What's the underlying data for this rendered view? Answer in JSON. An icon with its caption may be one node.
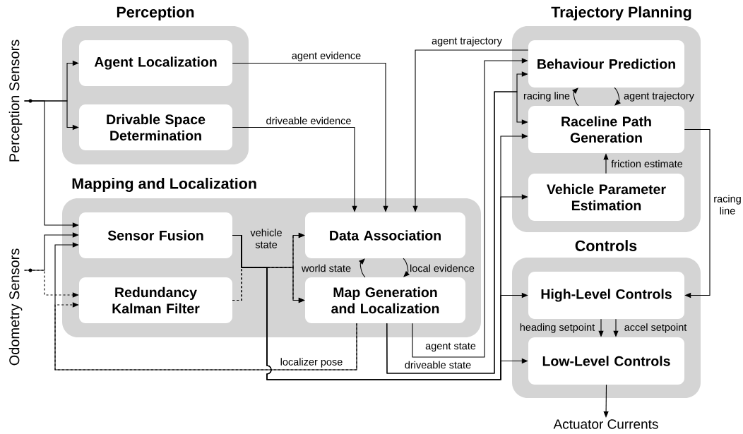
{
  "diagram": {
    "nodes": [
      {
        "text": [
          "Perception"
        ]
      },
      {
        "text": [
          "Agent Localization"
        ],
        "in": 0
      },
      {
        "text": [
          "Drivable Space Determination"
        ],
        "in": 0
      },
      {
        "text": [
          "Mapping and Localization"
        ]
      },
      {
        "text": [
          "Sensor Fusion"
        ],
        "in": 3
      },
      {
        "text": [
          "Redundancy Kalman Filter"
        ],
        "in": 3
      },
      {
        "text": [
          "Data Association"
        ],
        "in": 3
      },
      {
        "text": [
          "Map Generation and Localization"
        ],
        "in": 3
      },
      {
        "text": [
          "Trajectory Planning"
        ]
      },
      {
        "text": [
          "Behaviour Prediction"
        ],
        "in": 8
      },
      {
        "text": [
          "Raceline Path Generation"
        ],
        "in": 8
      },
      {
        "text": [
          "Vehicle Parameter Estimation"
        ],
        "in": 8
      },
      {
        "text": [
          "Controls"
        ]
      },
      {
        "text": [
          "High-Level Controls"
        ],
        "in": 12
      },
      {
        "text": [
          "Low-Level Controls"
        ],
        "in": 12
      },
      {
        "text": [
          "Perception Sensors"
        ]
      },
      {
        "text": [
          "Odometry Sensors"
        ]
      },
      {
        "text": [
          "Actuator Currents"
        ]
      }
    ],
    "edges": [
      {
        "from": 15,
        "to": 1,
        "arrow": "to"
      },
      {
        "from": 15,
        "to": 2,
        "arrow": "to"
      },
      {
        "from": 15,
        "to": 4,
        "arrow": "to"
      },
      {
        "from": 16,
        "to": 4,
        "arrow": "to"
      },
      {
        "from": 16,
        "to": 5,
        "arrow": "to",
        "style": "dashed"
      },
      {
        "from": 7,
        "to": 4,
        "arrow": "to",
        "label": "localizer pose"
      },
      {
        "from": 7,
        "to": 5,
        "arrow": "to",
        "style": "dashed"
      },
      {
        "from": 4,
        "to": 6,
        "arrow": "to",
        "label": "vehicle state"
      },
      {
        "from": 4,
        "to": 7,
        "arrow": "to"
      },
      {
        "from": 5,
        "to": 6,
        "arrow": "to",
        "style": "dashed"
      },
      {
        "from": 5,
        "to": 7,
        "arrow": "to",
        "style": "dashed"
      },
      {
        "from": 4,
        "to": 10,
        "arrow": "to"
      },
      {
        "from": 4,
        "to": 11,
        "arrow": "to"
      },
      {
        "from": 4,
        "to": 13,
        "arrow": "to"
      },
      {
        "from": 4,
        "to": 14,
        "arrow": "to"
      },
      {
        "from": 1,
        "to": 6,
        "arrow": "to",
        "label": "agent evidence"
      },
      {
        "from": 2,
        "to": 6,
        "arrow": "to",
        "label": "driveable evidence"
      },
      {
        "from": 9,
        "to": 6,
        "arrow": "to",
        "label": "agent trajectory"
      },
      {
        "from": 7,
        "to": 9,
        "arrow": "to",
        "label": "agent state"
      },
      {
        "from": 7,
        "to": 9,
        "arrow": "to",
        "label": "driveable state"
      },
      {
        "from": 7,
        "to": 10,
        "arrow": "to"
      },
      {
        "from": 7,
        "to": 6,
        "arrow": "to",
        "label": "world state"
      },
      {
        "from": 6,
        "to": 7,
        "arrow": "to",
        "label": "local evidence"
      },
      {
        "from": 10,
        "to": 9,
        "arrow": "to",
        "label": "racing line"
      },
      {
        "from": 9,
        "to": 10,
        "arrow": "to",
        "label": "agent trajectory"
      },
      {
        "from": 11,
        "to": 10,
        "arrow": "to",
        "label": "friction estimate"
      },
      {
        "from": 10,
        "to": 13,
        "arrow": "to",
        "label": "racing line"
      },
      {
        "from": 13,
        "to": 14,
        "arrow": "to",
        "label": "heading setpoint"
      },
      {
        "from": 13,
        "to": 14,
        "arrow": "to",
        "label": "accel setpoint"
      },
      {
        "from": 14,
        "to": 17,
        "arrow": "to"
      }
    ]
  }
}
